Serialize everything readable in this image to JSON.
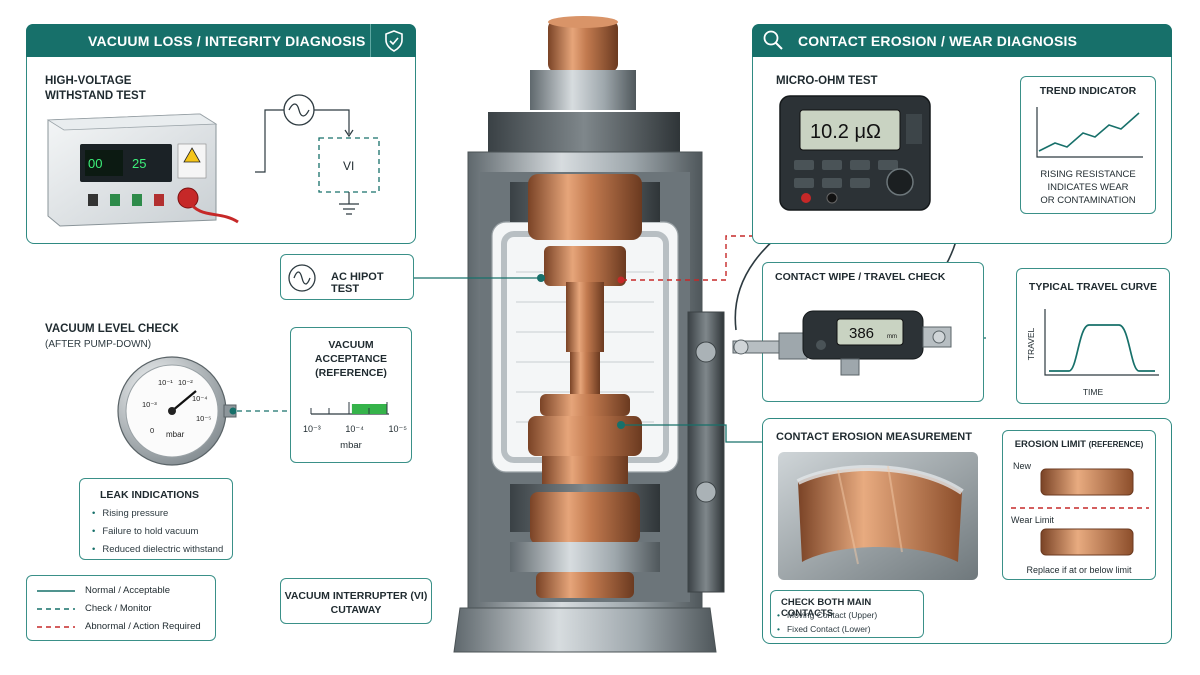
{
  "left_header": {
    "title": "VACUUM LOSS / INTEGRITY DIAGNOSIS",
    "icon": "shield-check-icon"
  },
  "right_header": {
    "title": "CONTACT EROSION / WEAR DIAGNOSIS",
    "icon": "magnifier-icon"
  },
  "hv_test": {
    "label_line1": "HIGH-VOLTAGE",
    "label_line2": "WITHSTAND TEST",
    "vi_label": "VI",
    "display_left": "00",
    "display_right": "25"
  },
  "hipot": {
    "label": "AC HIPOT TEST"
  },
  "vacuum_check": {
    "label_line1": "VACUUM LEVEL CHECK",
    "label_line2": "(AFTER PUMP-DOWN)",
    "gauge_unit": "mbar",
    "gauge_ticks": [
      "10⁻¹",
      "10⁻²",
      "10⁻³",
      "10⁻⁴",
      "10⁻⁵",
      "0"
    ]
  },
  "vacuum_acceptance": {
    "title_line1": "VACUUM",
    "title_line2": "ACCEPTANCE",
    "title_line3": "(REFERENCE)",
    "scale": [
      "10⁻³",
      "10⁻⁴",
      "10⁻⁵"
    ],
    "unit": "mbar",
    "accept_fraction": 0.45
  },
  "leak": {
    "title": "LEAK INDICATIONS",
    "items": [
      "Rising pressure",
      "Failure to hold vacuum",
      "Reduced dielectric withstand"
    ]
  },
  "legend": {
    "items": [
      {
        "label": "Normal / Acceptable",
        "style": "solid",
        "color": "#17706a"
      },
      {
        "label": "Check / Monitor",
        "style": "dashed",
        "color": "#17706a"
      },
      {
        "label": "Abnormal / Action Required",
        "style": "dashed",
        "color": "#c62828"
      }
    ]
  },
  "cutaway": {
    "line1": "VACUUM INTERRUPTER (VI)",
    "line2": "CUTAWAY"
  },
  "micro_ohm": {
    "label": "MICRO-OHM TEST",
    "reading": "10.2 μΩ"
  },
  "trend": {
    "title": "TREND INDICATOR",
    "desc_line1": "RISING RESISTANCE",
    "desc_line2": "INDICATES WEAR",
    "desc_line3": "OR CONTAMINATION"
  },
  "wipe": {
    "label": "CONTACT WIPE / TRAVEL CHECK",
    "reading": "386",
    "unit": "mm"
  },
  "travel_curve": {
    "title": "TYPICAL TRAVEL CURVE",
    "ylabel": "TRAVEL",
    "xlabel": "TIME"
  },
  "erosion": {
    "title": "CONTACT EROSION MEASUREMENT"
  },
  "erosion_limit": {
    "title": "EROSION LIMIT",
    "ref": "(REFERENCE)",
    "new_label": "New",
    "wear_label": "Wear Limit",
    "note": "Replace if at or below limit"
  },
  "check_both": {
    "title": "CHECK BOTH MAIN CONTACTS",
    "items": [
      "Moving Contact (Upper)",
      "Fixed Contact (Lower)"
    ]
  },
  "colors": {
    "teal": "#17706a",
    "copper": "#c27a4f",
    "red": "#c62828"
  }
}
